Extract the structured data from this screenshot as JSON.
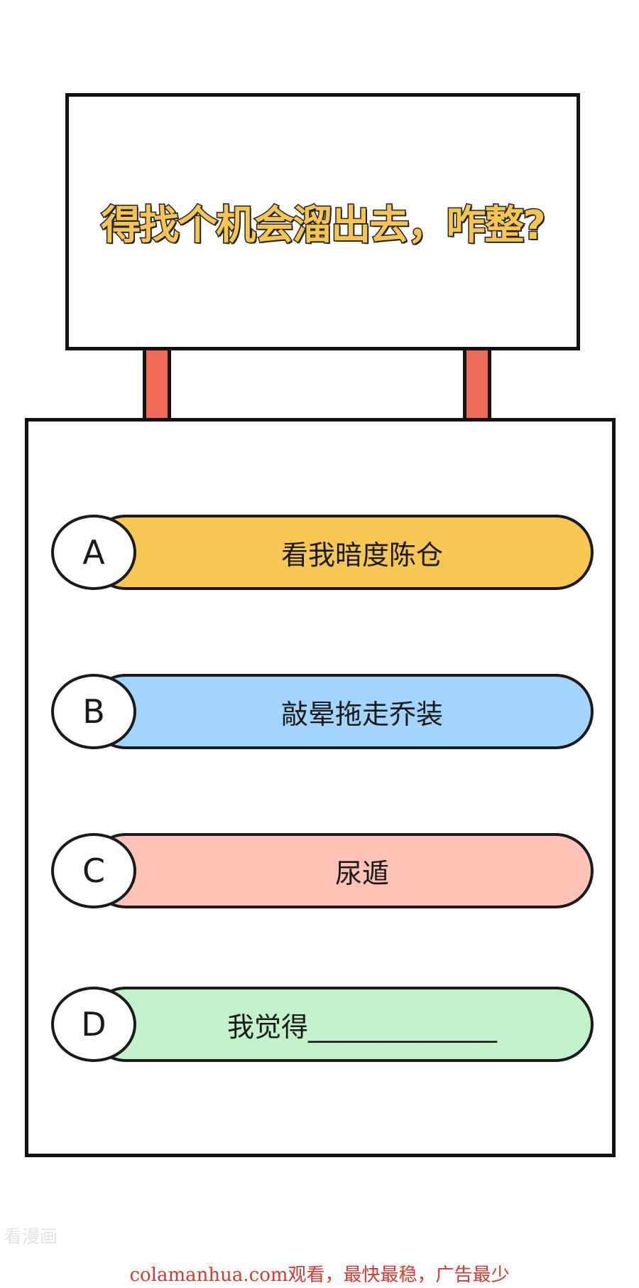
{
  "question": {
    "title": "得找个机会溜出去，咋整?"
  },
  "options": [
    {
      "letter": "A",
      "text": "看我暗度陈仓",
      "color": "#f6c852"
    },
    {
      "letter": "B",
      "text": "敲晕拖走乔装",
      "color": "#a2d5fc"
    },
    {
      "letter": "C",
      "text": "尿遁",
      "color": "#fec3b6"
    },
    {
      "letter": "D",
      "text": "我觉得______________",
      "color": "#c2f2c9"
    }
  ],
  "colors": {
    "post": "#ee6a55",
    "title_fill": "#f5c451",
    "footer": "#d9382f"
  },
  "watermark": {
    "text": "看漫画"
  },
  "footer": {
    "site": "colamanhua.com",
    "slogan": "观看，最快最稳，广告最少"
  }
}
